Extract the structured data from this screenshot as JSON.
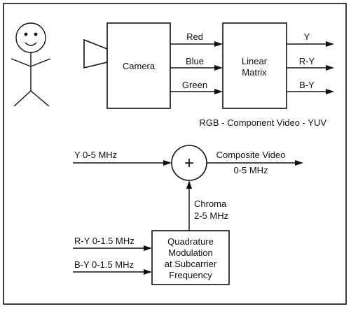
{
  "camera": {
    "label": "Camera"
  },
  "camera_outputs": {
    "red": "Red",
    "blue": "Blue",
    "green": "Green"
  },
  "matrix": {
    "line1": "Linear",
    "line2": "Matrix"
  },
  "matrix_outputs": {
    "y": "Y",
    "ry": "R-Y",
    "by": "B-Y"
  },
  "caption": "RGB - Component Video - YUV",
  "composite": {
    "y_input": "Y 0-5 MHz",
    "adder_symbol": "+",
    "output_line1": "Composite Video",
    "output_line2": "0-5 MHz",
    "chroma_line1": "Chroma",
    "chroma_line2": "2-5 MHz"
  },
  "modulator": {
    "ry_input": "R-Y 0-1.5 MHz",
    "by_input": "B-Y 0-1.5 MHz",
    "line1": "Quadrature",
    "line2": "Modulation",
    "line3": "at Subcarrier",
    "line4": "Frequency"
  }
}
